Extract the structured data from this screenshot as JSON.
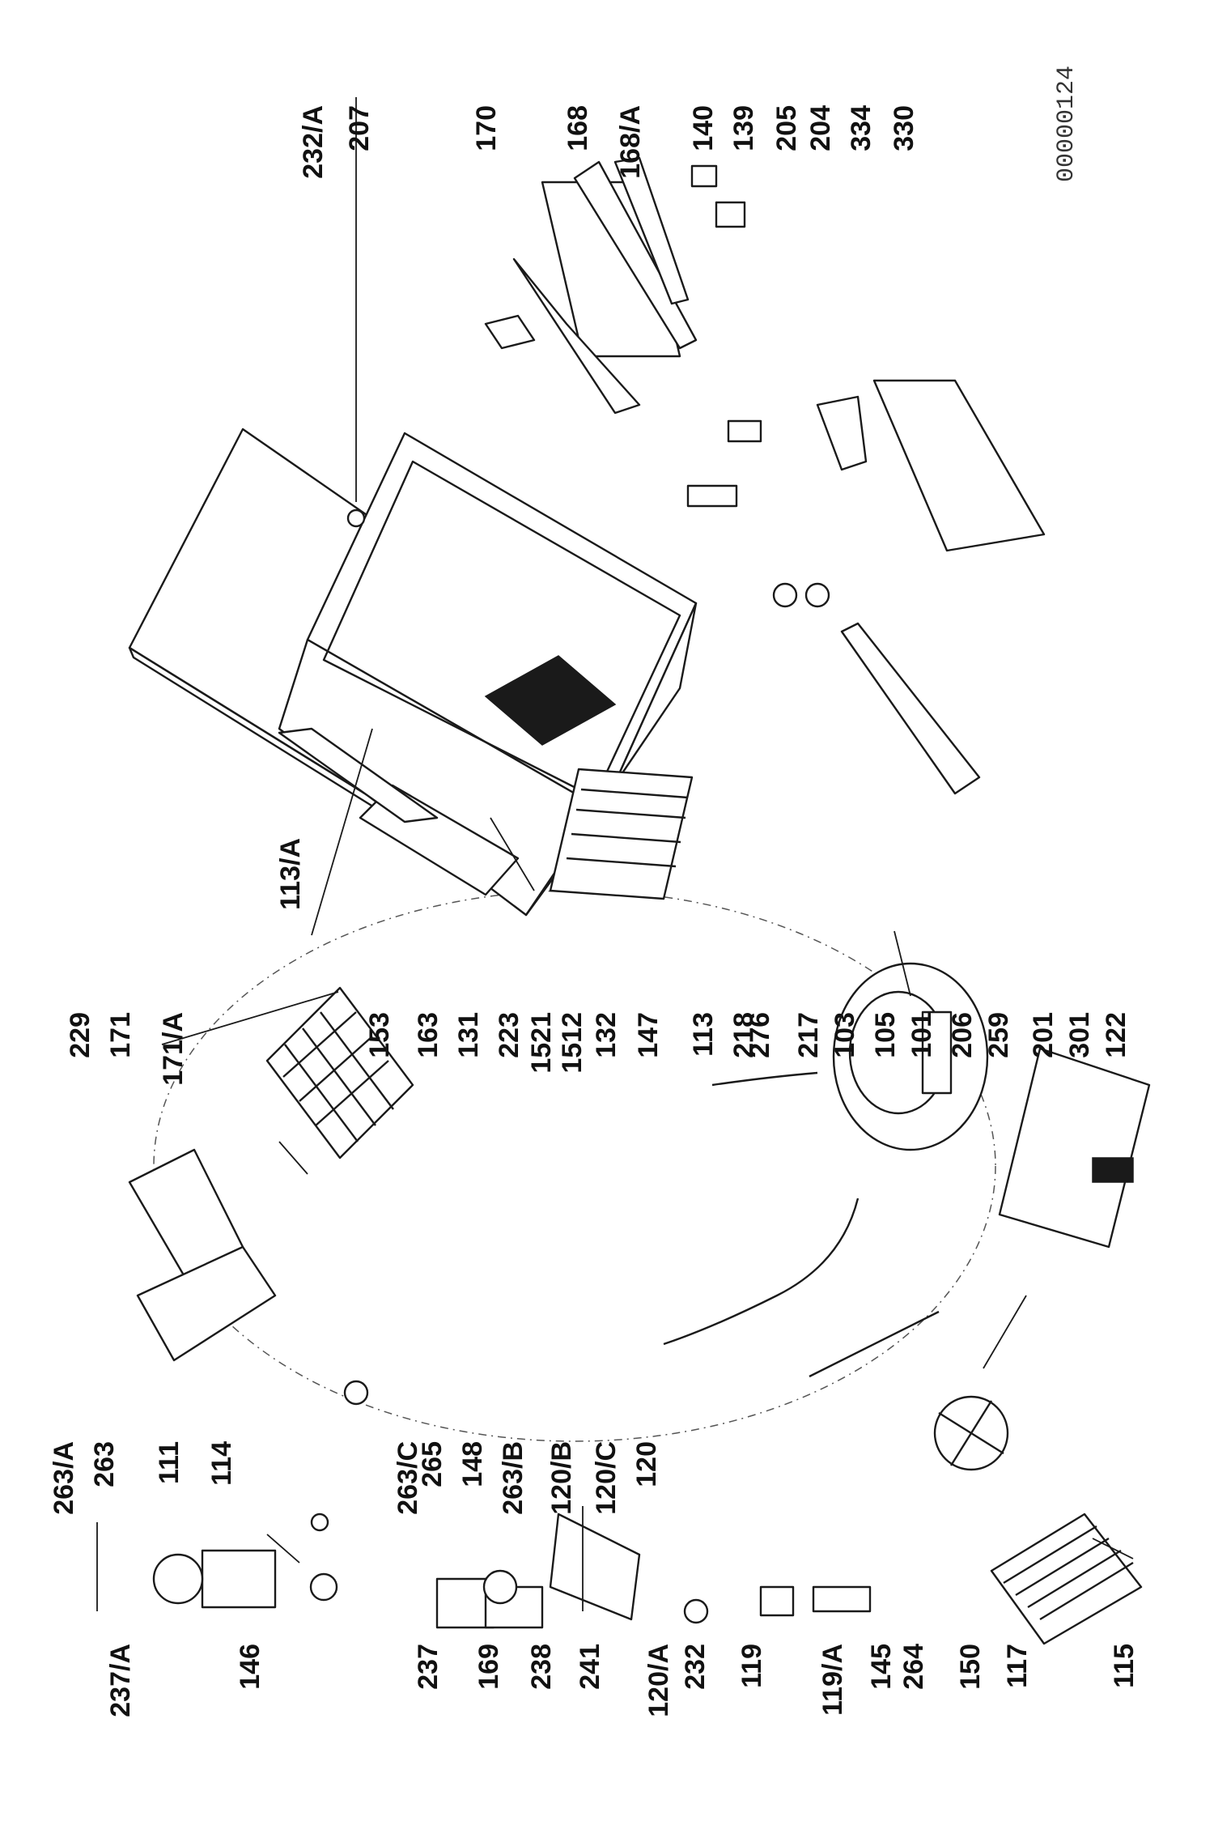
{
  "document_id": "00000124",
  "callouts": [
    "232/A",
    "207",
    "170",
    "168",
    "168/A",
    "140",
    "139",
    "205",
    "204",
    "334",
    "330",
    "229",
    "171",
    "171/A",
    "153",
    "163",
    "131",
    "223",
    "1521",
    "1512",
    "132",
    "147",
    "113",
    "276",
    "218",
    "217",
    "103",
    "105",
    "101",
    "206",
    "259",
    "201",
    "301",
    "122",
    "113/A",
    "263/A",
    "263",
    "111",
    "114",
    "263/C",
    "265",
    "148",
    "263/B",
    "120/B",
    "120/C",
    "120",
    "237/A",
    "146",
    "237",
    "169",
    "238",
    "241",
    "120/A",
    "232",
    "119",
    "119/A",
    "145",
    "264",
    "150",
    "117",
    "115"
  ]
}
